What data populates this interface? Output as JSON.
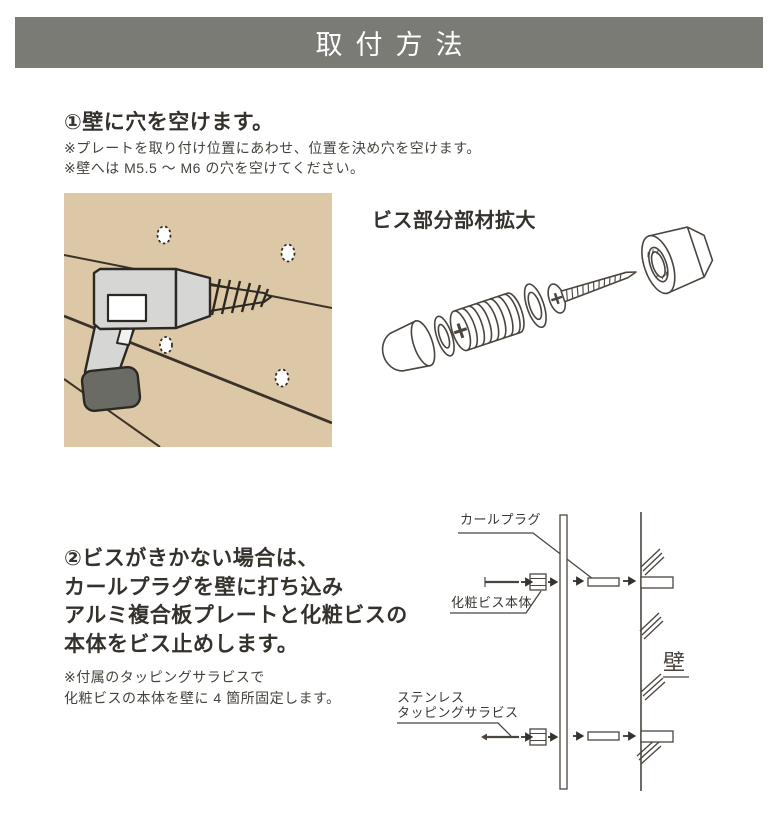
{
  "header": {
    "title": "取付方法"
  },
  "step1": {
    "heading": "①壁に穴を空けます。",
    "notes": [
      "※プレートを取り付け位置にあわせ、位置を決め穴を空けます。",
      "※壁へは M5.5 ～ M6 の穴を空けてください。"
    ]
  },
  "parts_diagram": {
    "heading": "ビス部分部材拡大"
  },
  "step2": {
    "heading_lines": [
      "②ビスがきかない場合は、",
      "カールプラグを壁に打ち込み",
      "アルミ複合板プレートと化粧ビスの",
      "本体をビス止めします。"
    ],
    "notes": [
      "※付属のタッピングサラビスで",
      "化粧ビスの本体を壁に 4 箇所固定します。"
    ]
  },
  "wall_diagram": {
    "labels": {
      "curl_plug": "カールプラグ",
      "screw_body": "化粧ビス本体",
      "tapping_line1": "ステンレス",
      "tapping_line2": "タッピングサラビス",
      "wall": "壁"
    }
  },
  "colors": {
    "header_bg": "#7b7b76",
    "header_text": "#ffffff",
    "body_text": "#3a3631",
    "wall_tan": "#dcc7a6",
    "drill_gray": "#d6d6d5",
    "drill_dark": "#6b6b66",
    "line_art": "#4a453e"
  }
}
